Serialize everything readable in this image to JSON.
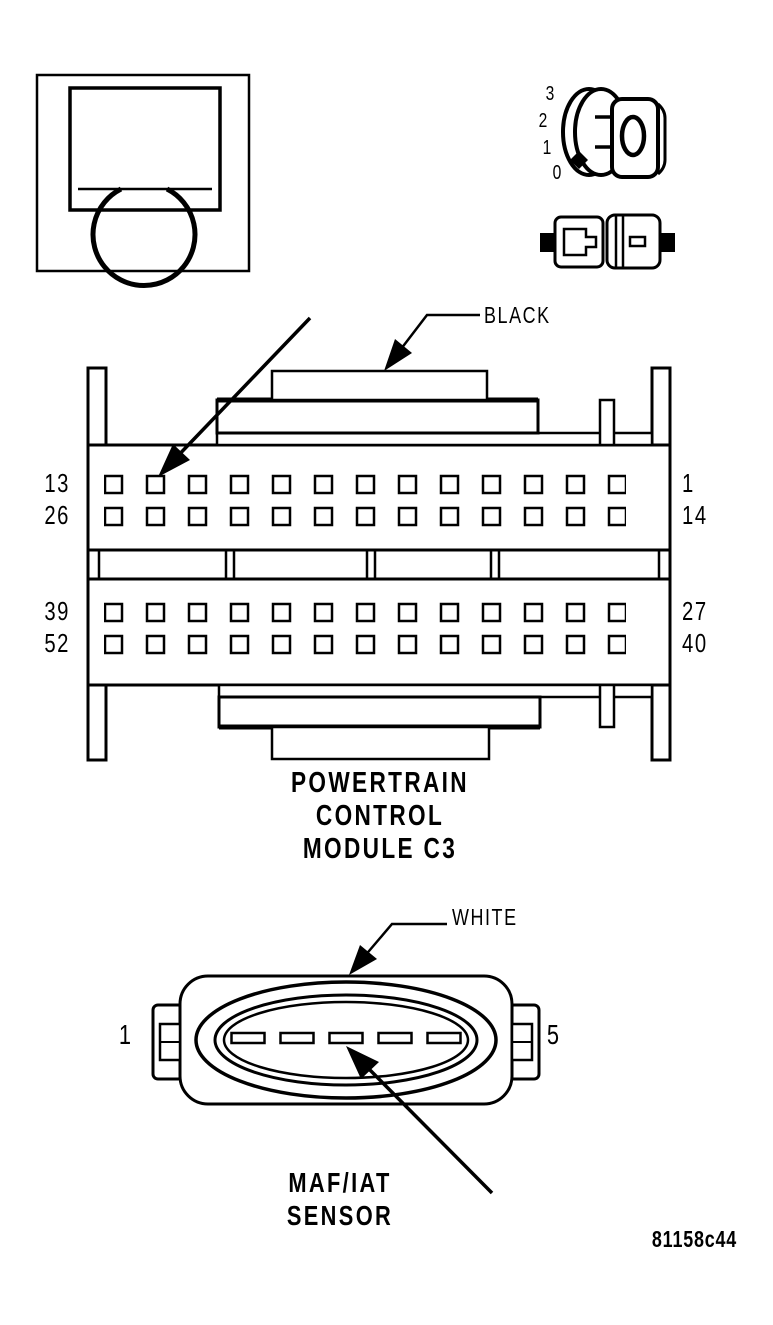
{
  "diagram": {
    "code": "81158c44",
    "line_color": "#000000",
    "background_color": "#ffffff",
    "meter": {
      "dial_numbers": [
        "3",
        "2",
        "1",
        "0"
      ]
    },
    "pcm_connector": {
      "color": "BLACK",
      "title_lines": [
        "POWERTRAIN",
        "CONTROL",
        "MODULE C3"
      ],
      "left_pin_labels": [
        "13",
        "26",
        "39",
        "52"
      ],
      "right_pin_labels": [
        "1",
        "14",
        "27",
        "40"
      ],
      "pin_rows": 4,
      "pins_per_row": 13
    },
    "maf_connector": {
      "color": "WHITE",
      "title_lines": [
        "MAF/IAT",
        "SENSOR"
      ],
      "left_pin_label": "1",
      "right_pin_label": "5",
      "pin_count": 5
    }
  }
}
